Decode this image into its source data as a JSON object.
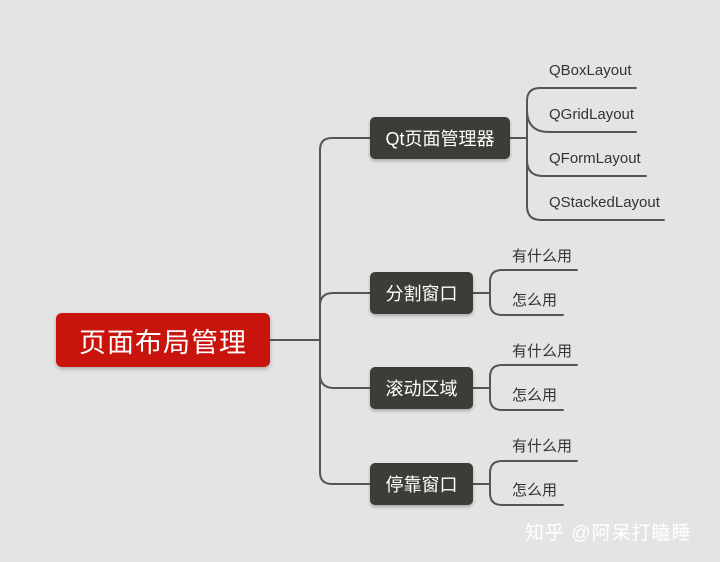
{
  "root": {
    "label": "页面布局管理"
  },
  "topics": [
    {
      "label": "Qt页面管理器",
      "children": [
        "QBoxLayout",
        "QGridLayout",
        "QFormLayout",
        "QStackedLayout"
      ]
    },
    {
      "label": "分割窗口",
      "children": [
        "有什么用",
        "怎么用"
      ]
    },
    {
      "label": "滚动区域",
      "children": [
        "有什么用",
        "怎么用"
      ]
    },
    {
      "label": "停靠窗口",
      "children": [
        "有什么用",
        "怎么用"
      ]
    }
  ],
  "watermark": "知乎 @阿呆打瞌睡",
  "colors": {
    "root": "#c8140c",
    "topic": "#3c3d37",
    "line": "#555555",
    "background": "#e4e4e4"
  }
}
